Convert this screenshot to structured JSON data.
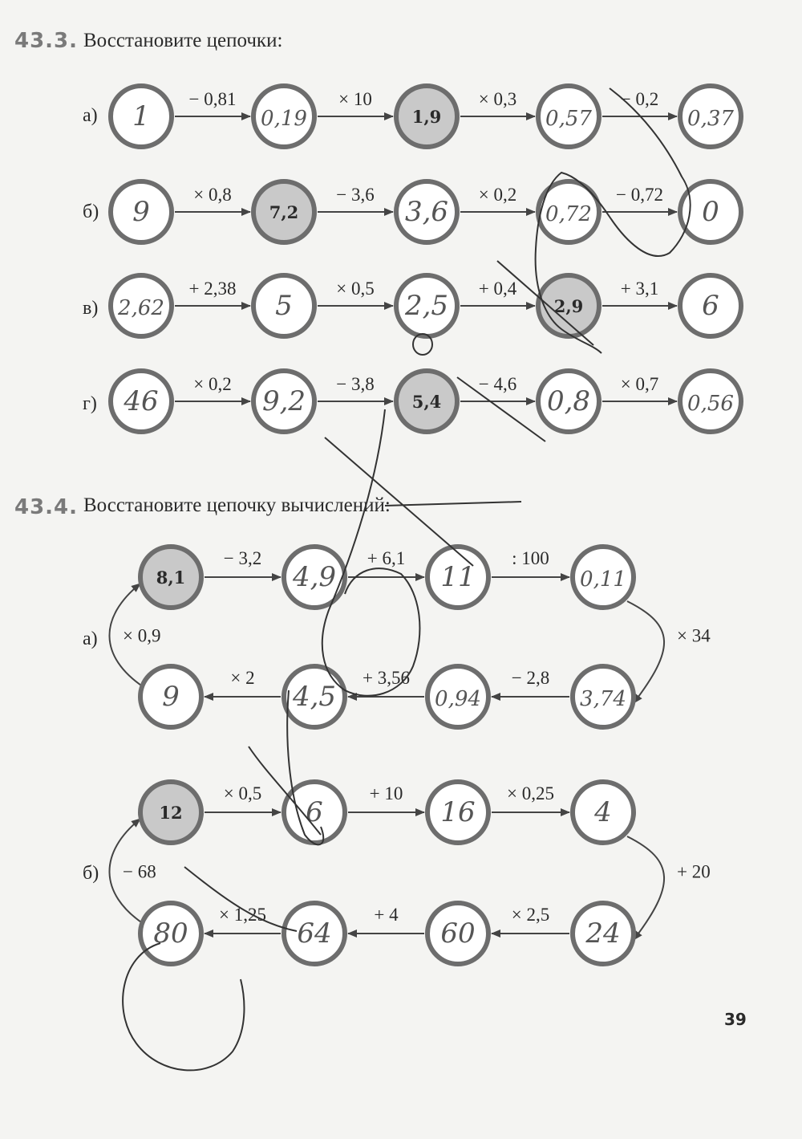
{
  "ex1": {
    "number": "43.3.",
    "title": "Восстановите цепочки:",
    "rows": [
      {
        "label": "а)",
        "nodes": [
          {
            "value": "1",
            "given": false
          },
          {
            "value": "0,19",
            "given": false
          },
          {
            "value": "1,9",
            "given": true
          },
          {
            "value": "0,57",
            "given": false
          },
          {
            "value": "0,37",
            "given": false
          }
        ],
        "ops": [
          "− 0,81",
          "× 10",
          "× 0,3",
          "− 0,2"
        ]
      },
      {
        "label": "б)",
        "nodes": [
          {
            "value": "9",
            "given": false
          },
          {
            "value": "7,2",
            "given": true
          },
          {
            "value": "3,6",
            "given": false
          },
          {
            "value": "0,72",
            "given": false
          },
          {
            "value": "0",
            "given": false
          }
        ],
        "ops": [
          "× 0,8",
          "− 3,6",
          "× 0,2",
          "− 0,72"
        ]
      },
      {
        "label": "в)",
        "nodes": [
          {
            "value": "2,62",
            "given": false
          },
          {
            "value": "5",
            "given": false
          },
          {
            "value": "2,5",
            "given": false
          },
          {
            "value": "2,9",
            "given": true
          },
          {
            "value": "6",
            "given": false
          }
        ],
        "ops": [
          "+ 2,38",
          "× 0,5",
          "+ 0,4",
          "+ 3,1"
        ]
      },
      {
        "label": "г)",
        "nodes": [
          {
            "value": "46",
            "given": false
          },
          {
            "value": "9,2",
            "given": false
          },
          {
            "value": "5,4",
            "given": true
          },
          {
            "value": "0,8",
            "given": false
          },
          {
            "value": "0,56",
            "given": false
          }
        ],
        "ops": [
          "× 0,2",
          "− 3,8",
          "− 4,6",
          "× 0,7"
        ]
      }
    ]
  },
  "ex2": {
    "number": "43.4.",
    "title": "Восстановите цепочку вычислений:",
    "cycles": [
      {
        "label": "а)",
        "top": [
          {
            "value": "8,1",
            "given": true
          },
          {
            "value": "4,9",
            "given": false
          },
          {
            "value": "11",
            "given": false
          },
          {
            "value": "0,11",
            "given": false
          }
        ],
        "top_ops": [
          "− 3,2",
          "+ 6,1",
          ": 100"
        ],
        "right_op": "× 34",
        "bottom": [
          {
            "value": "9",
            "given": false
          },
          {
            "value": "4,5",
            "given": false
          },
          {
            "value": "0,94",
            "given": false
          },
          {
            "value": "3,74",
            "given": false
          }
        ],
        "bottom_ops": [
          "× 2",
          "+ 3,56",
          "− 2,8"
        ],
        "left_op": "× 0,9"
      },
      {
        "label": "б)",
        "top": [
          {
            "value": "12",
            "given": true
          },
          {
            "value": "6",
            "given": false
          },
          {
            "value": "16",
            "given": false
          },
          {
            "value": "4",
            "given": false
          }
        ],
        "top_ops": [
          "× 0,5",
          "+ 10",
          "× 0,25"
        ],
        "right_op": "+ 20",
        "bottom": [
          {
            "value": "80",
            "given": false
          },
          {
            "value": "64",
            "given": false
          },
          {
            "value": "60",
            "given": false
          },
          {
            "value": "24",
            "given": false
          }
        ],
        "bottom_ops": [
          "× 1,25",
          "+ 4",
          "× 2,5"
        ],
        "left_op": "− 68"
      }
    ]
  },
  "page_number": "39"
}
